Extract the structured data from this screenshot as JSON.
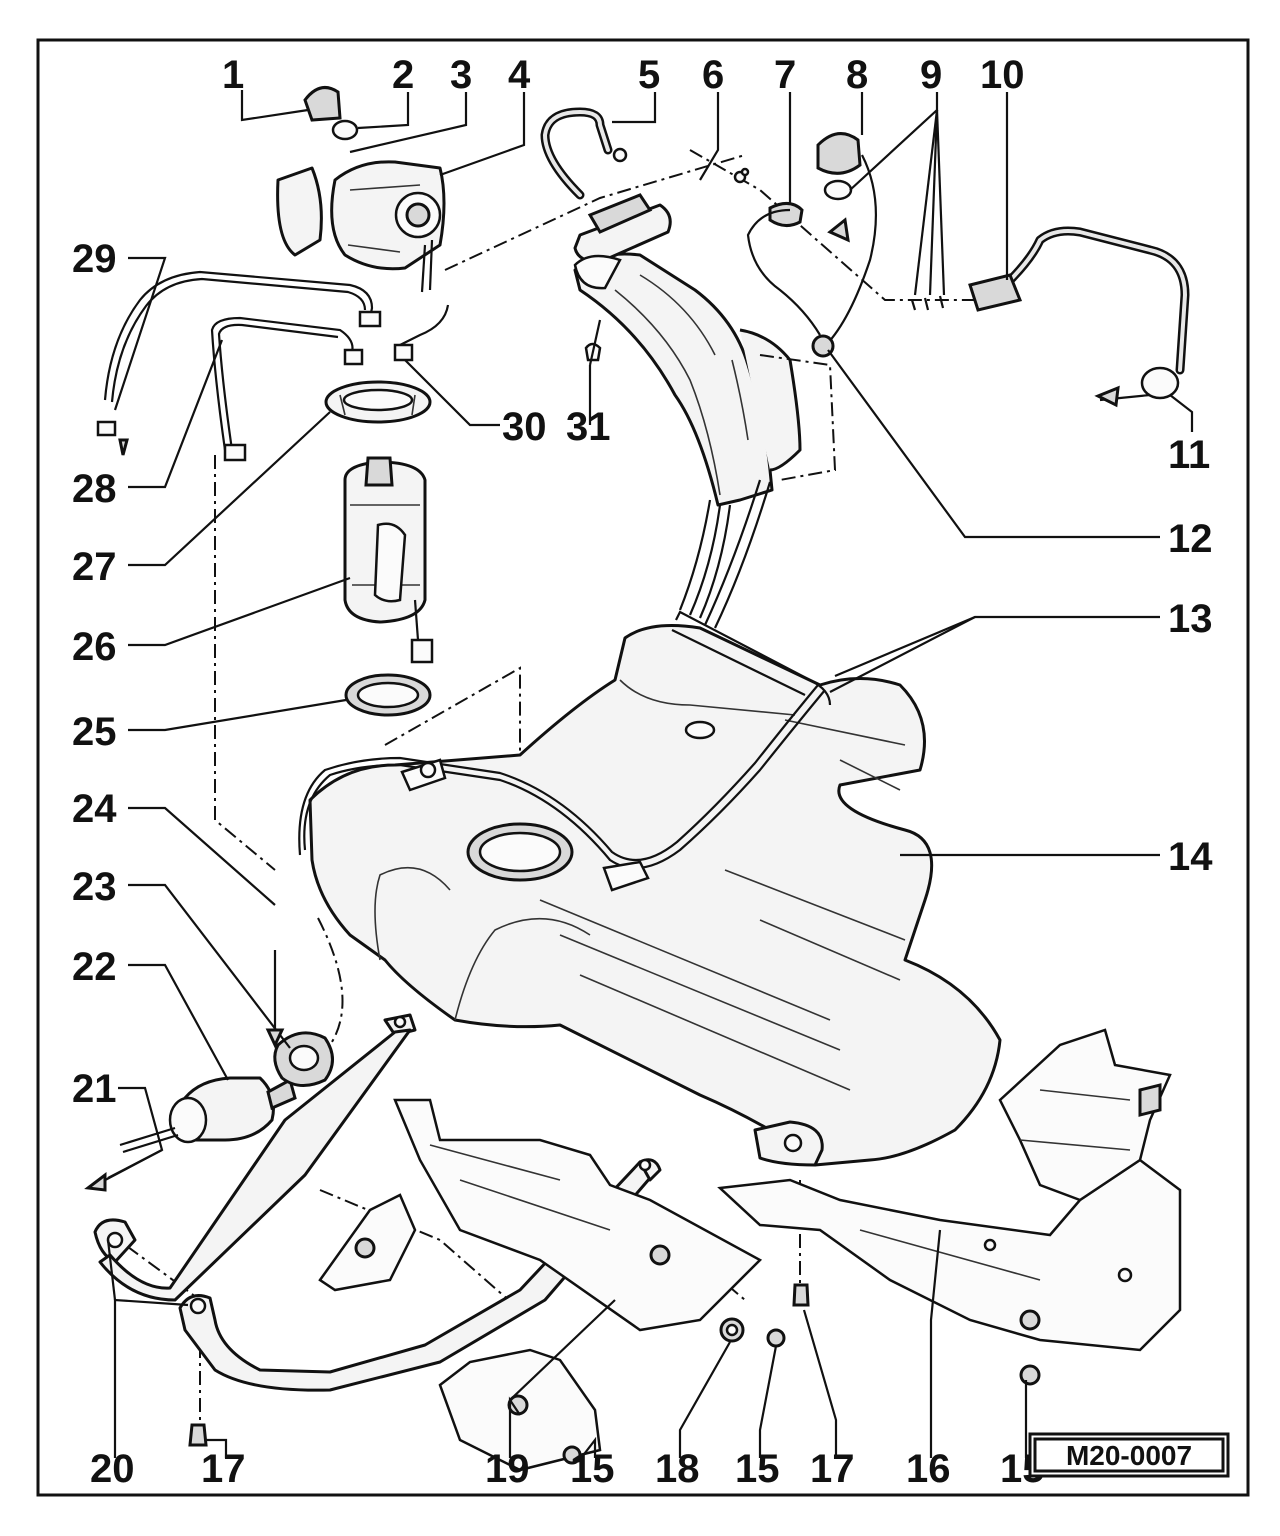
{
  "diagram": {
    "code": "M20-0007",
    "labels": {
      "l1": "1",
      "l2": "2",
      "l3": "3",
      "l4": "4",
      "l5": "5",
      "l6": "6",
      "l7": "7",
      "l8": "8",
      "l9": "9",
      "l10": "10",
      "l11": "11",
      "l12": "12",
      "l13": "13",
      "l14": "14",
      "l15a": "15",
      "l15b": "15",
      "l15c": "15",
      "l16": "16",
      "l17a": "17",
      "l17b": "17",
      "l18": "18",
      "l19": "19",
      "l20": "20",
      "l21": "21",
      "l22": "22",
      "l23": "23",
      "l24": "24",
      "l25": "25",
      "l26": "26",
      "l27": "27",
      "l28": "28",
      "l29": "29",
      "l30": "30",
      "l31": "31"
    }
  }
}
